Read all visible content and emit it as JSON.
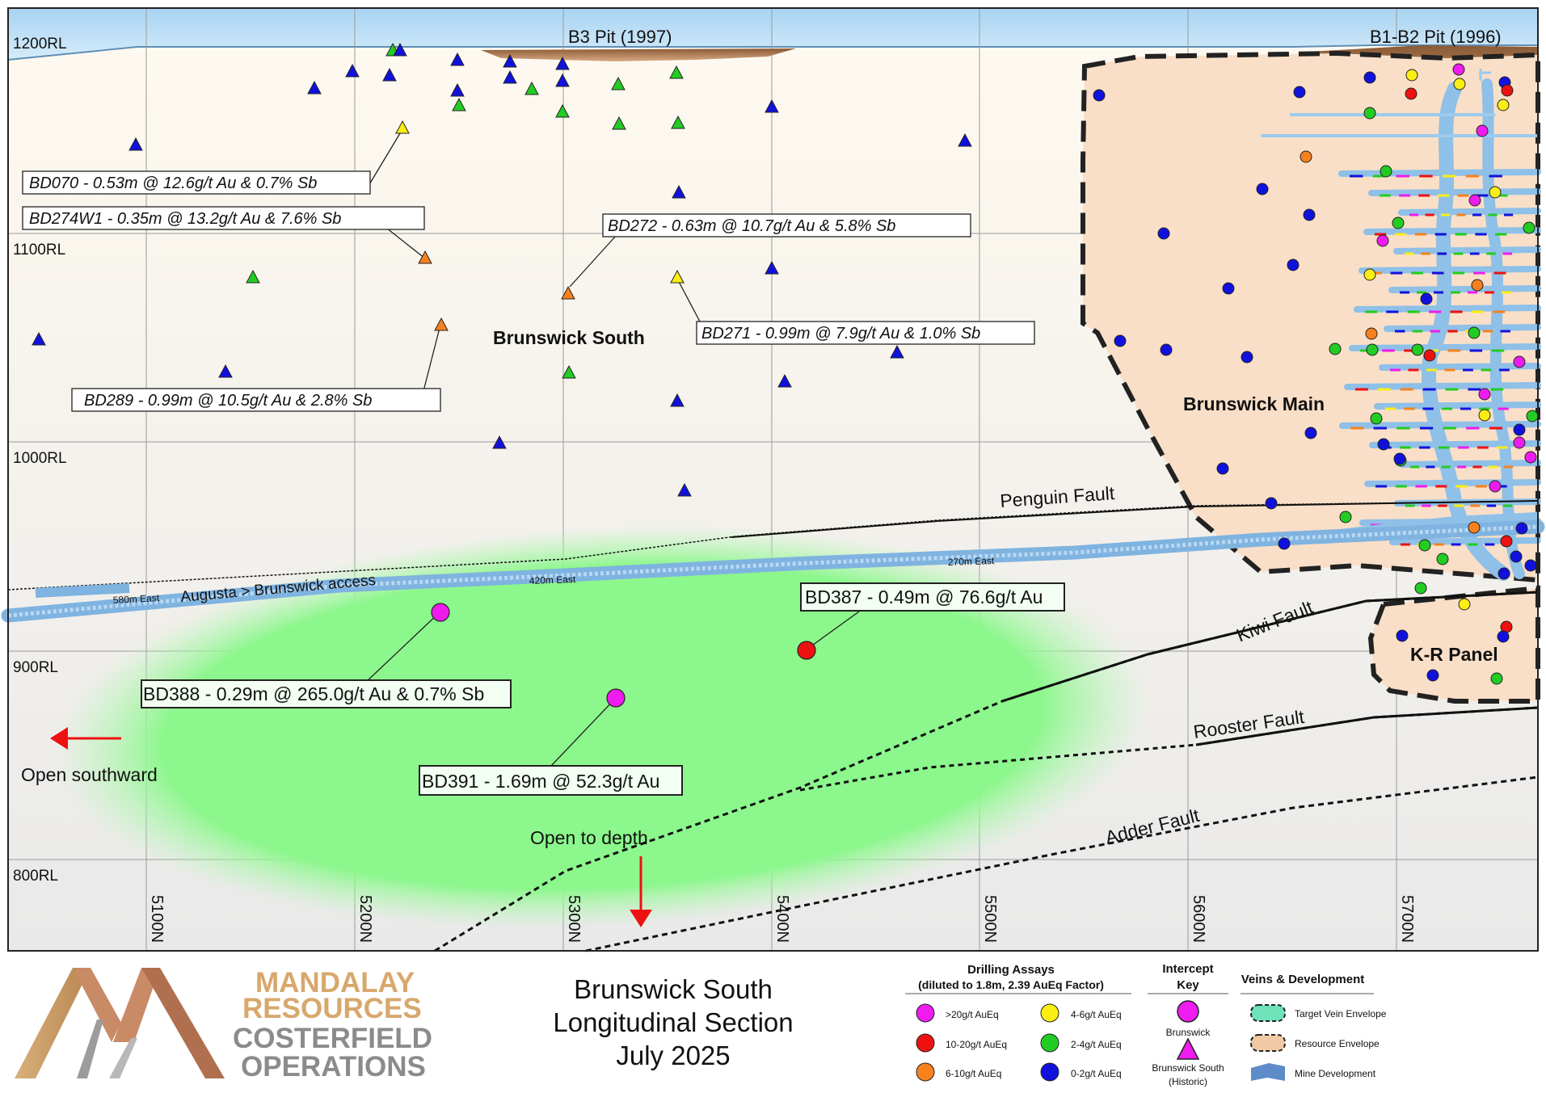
{
  "section": {
    "rl_labels": [
      "1200RL",
      "1100RL",
      "1000RL",
      "900RL",
      "800RL"
    ],
    "northing_labels": [
      "5100N",
      "5200N",
      "5300N",
      "5400N",
      "5500N",
      "5600N",
      "5700N"
    ],
    "pits": {
      "b3": "B3 Pit (1997)",
      "b1b2": "B1-B2 Pit (1996)"
    },
    "zones": {
      "south": "Brunswick South",
      "main": "Brunswick Main",
      "kr": "K-R Panel"
    },
    "faults": {
      "penguin": "Penguin Fault",
      "kiwi": "Kiwi Fault",
      "rooster": "Rooster Fault",
      "adder": "Adder Fault"
    },
    "access": {
      "label": "Augusta > Brunswick access",
      "east_580": "580m East",
      "east_420": "420m East",
      "east_270": "270m East"
    },
    "open_south": "Open southward",
    "open_depth": "Open to depth",
    "callouts_historic": {
      "bd070": "BD070 - 0.53m @ 12.6g/t Au & 0.7% Sb",
      "bd274w1": "BD274W1 - 0.35m @ 13.2g/t Au & 7.6% Sb",
      "bd272": "BD272 - 0.63m @ 10.7g/t Au & 5.8% Sb",
      "bd271": "BD271 - 0.99m @ 7.9g/t Au & 1.0% Sb",
      "bd289": "BD289 - 0.99m @ 10.5g/t Au & 2.8% Sb"
    },
    "callouts_new": {
      "bd387": "BD387 - 0.49m @ 76.6g/t Au",
      "bd388": "BD388 - 0.29m @ 265.0g/t Au & 0.7% Sb",
      "bd391": "BD391 - 1.69m @ 52.3g/t Au"
    }
  },
  "footer": {
    "company": {
      "line1": "MANDALAY",
      "line2": "RESOURCES",
      "line3": "COSTERFIELD",
      "line4": "OPERATIONS"
    },
    "title": {
      "line1": "Brunswick South",
      "line2": "Longitudinal Section",
      "line3": "July 2025"
    },
    "legend_assays": {
      "title1": "Drilling Assays",
      "title2": "(diluted to 1.8m, 2.39 AuEq Factor)",
      "items": [
        {
          "label": ">20g/t AuEq",
          "color": "#ee1cee"
        },
        {
          "label": "10-20g/t AuEq",
          "color": "#ee1111"
        },
        {
          "label": "6-10g/t AuEq",
          "color": "#f7811e"
        },
        {
          "label": "4-6g/t AuEq",
          "color": "#fbee13"
        },
        {
          "label": "2-4g/t AuEq",
          "color": "#22cc22"
        },
        {
          "label": "0-2g/t AuEq",
          "color": "#1111dd"
        }
      ]
    },
    "legend_key": {
      "title1": "Intercept",
      "title2": "Key",
      "brunswick": "Brunswick",
      "south1": "Brunswick South",
      "south2": "(Historic)"
    },
    "legend_veins": {
      "title": "Veins & Development",
      "target": "Target Vein Envelope",
      "resource": "Resource Envelope",
      "mine": "Mine Development"
    }
  }
}
